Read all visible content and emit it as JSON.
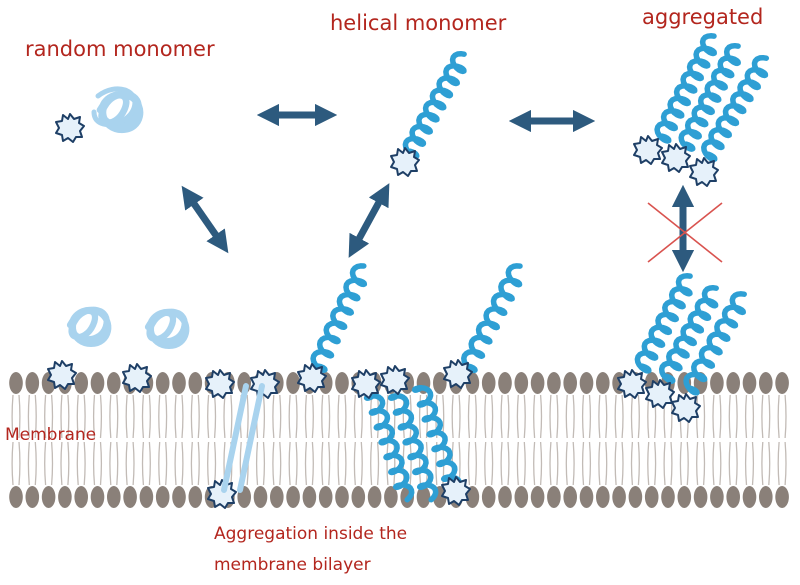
{
  "labels": {
    "random_monomer": "random monomer",
    "helical_monomer": "helical monomer",
    "aggregated": "aggregated",
    "membrane": "Membrane",
    "aggregation_line1": "Aggregation inside the",
    "aggregation_line2": "membrane bilayer"
  },
  "colors": {
    "label_text": "#b3261e",
    "helix": "#2e9fd4",
    "random_coil": "#a9d3ee",
    "star_fill": "#e6f1fa",
    "star_stroke": "#1e3f66",
    "arrow": "#2d5a7e",
    "lipid_head": "#8a8079",
    "lipid_tail": "#c2bbb6",
    "forbidden_cross": "#d9534f"
  },
  "icons": [
    "double-arrow-icon",
    "cross-icon",
    "star-icon",
    "helix-icon",
    "random-coil-icon"
  ]
}
